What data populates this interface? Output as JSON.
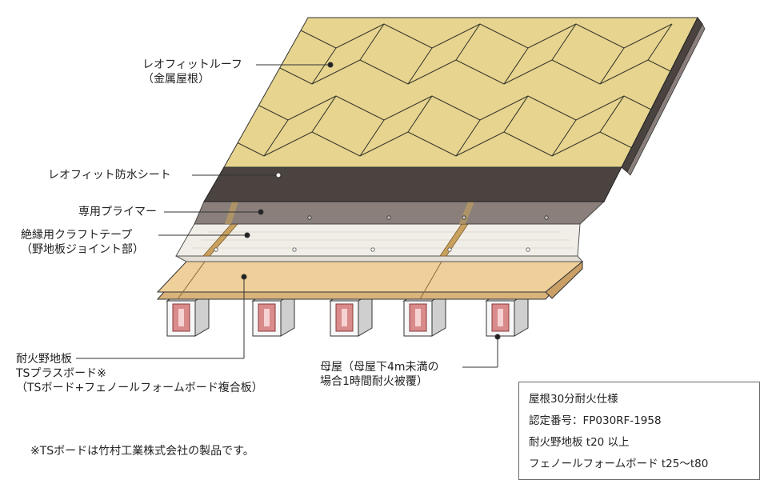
{
  "labels": {
    "roof_line1": "レオフィットルーフ",
    "roof_line2": "（金属屋根）",
    "sheet": "レオフィット防水シート",
    "primer": "専用プライマー",
    "tape_line1": "絶縁用クラフトテープ",
    "tape_line2": "（野地板ジョイント部）",
    "board_line1": "耐火野地板",
    "board_line2": "TSプラスボード※",
    "board_line3": "（TSボード+フェノールフォームボード複合板）",
    "purlin_line1": "母屋（母屋下4m未満の",
    "purlin_line2": "場合1時間耐火被覆）"
  },
  "footnote": "※TSボードは竹村工業株式会社の製品です。",
  "spec": {
    "title": "屋根30分耐火仕様",
    "cert": "認定番号：FP030RF-1958",
    "board": "耐火野地板 t20 以上",
    "foam": "フェノールフォームボード t25〜t80"
  },
  "colors": {
    "roof": "#e6d48f",
    "sheet": "#4a4340",
    "primer": "#8a7f7a",
    "foam": "#f1eee8",
    "board": "#efcf9a",
    "purlin_cover": "#d98a8a"
  }
}
